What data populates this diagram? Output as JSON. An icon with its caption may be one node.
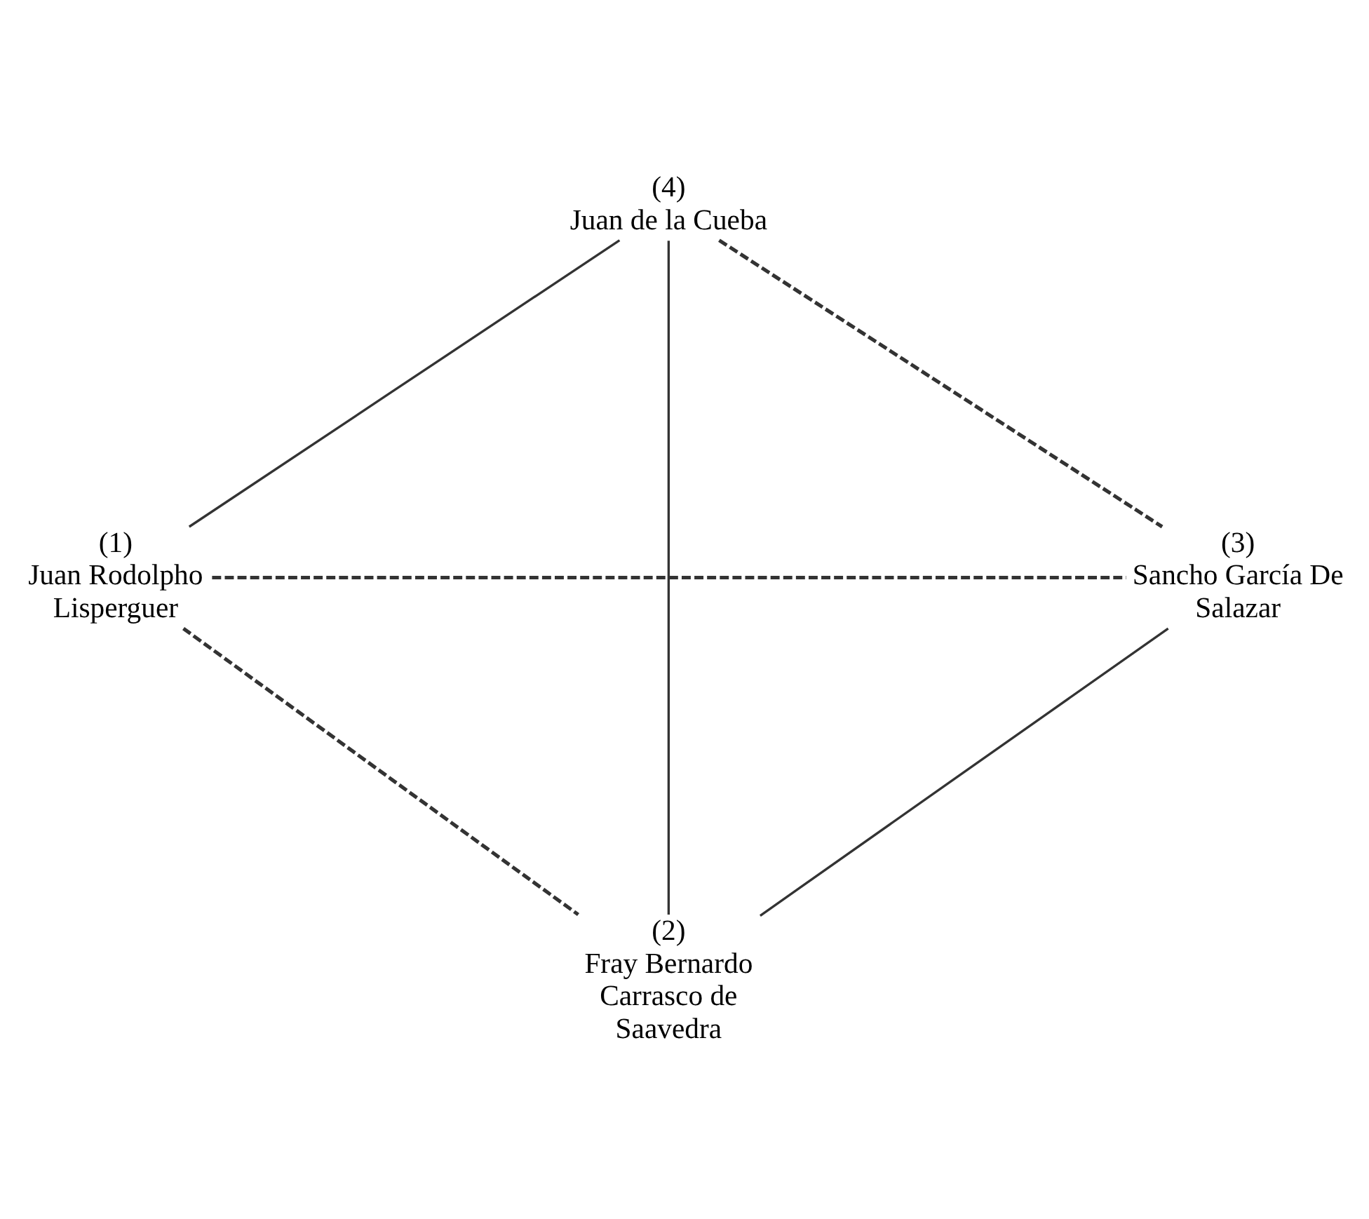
{
  "diagram": {
    "nodes": [
      {
        "text": [
          "(4)",
          "Juan de la Cueba"
        ]
      },
      {
        "text": [
          "(1)",
          "Juan Rodolpho Lisperguer"
        ]
      },
      {
        "text": [
          "(3)",
          "Sancho García De Salazar"
        ]
      },
      {
        "text": [
          "(2)",
          "Fray Bernardo Carrasco de Saavedra"
        ]
      }
    ],
    "edges": [
      {
        "from": 0,
        "to": 1,
        "arrow": "none"
      },
      {
        "from": 0,
        "to": 2,
        "arrow": "none",
        "style": "dashed"
      },
      {
        "from": 0,
        "to": 3,
        "arrow": "none"
      },
      {
        "from": 1,
        "to": 2,
        "arrow": "none",
        "style": "dashed"
      },
      {
        "from": 1,
        "to": 3,
        "arrow": "none",
        "style": "dashed"
      },
      {
        "from": 2,
        "to": 3,
        "arrow": "none"
      }
    ]
  }
}
